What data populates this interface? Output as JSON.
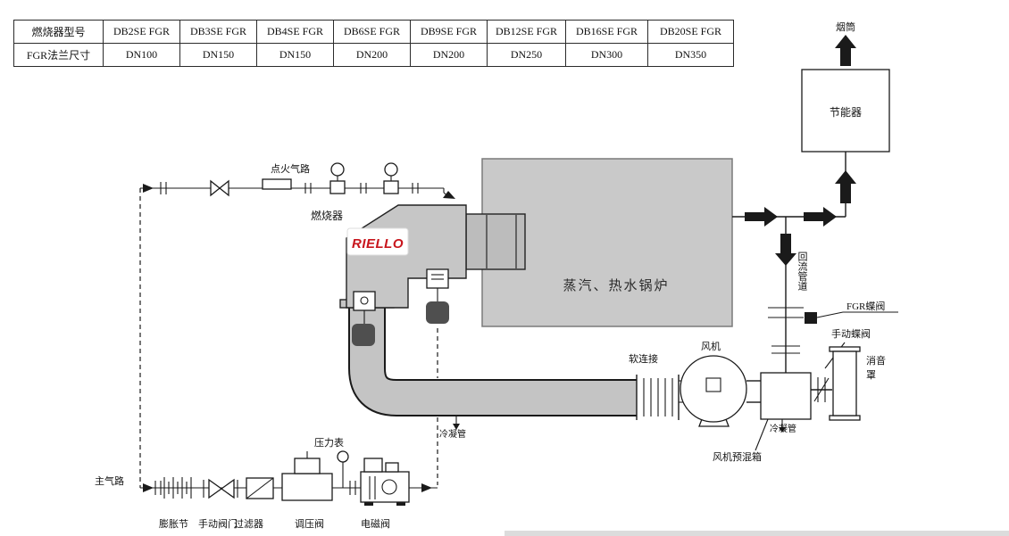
{
  "table": {
    "row1_header": "燃烧器型号",
    "row2_header": "FGR法兰尺寸",
    "models": [
      "DB2SE FGR",
      "DB3SE FGR",
      "DB4SE FGR",
      "DB6SE FGR",
      "DB9SE FGR",
      "DB12SE FGR",
      "DB16SE FGR",
      "DB20SE FGR"
    ],
    "flange_sizes": [
      "DN100",
      "DN150",
      "DN150",
      "DN200",
      "DN200",
      "DN250",
      "DN300",
      "DN350"
    ]
  },
  "diagram": {
    "labels": {
      "chimney": "烟筒",
      "economizer": "节能器",
      "boiler": "蒸汽、热水锅炉",
      "burner": "燃烧器",
      "brand": "RIELLO",
      "ignition_line": "点火气路",
      "return_pipe": "回流管道",
      "fgr_valve": "FGR蝶阀",
      "manual_butterfly_valve": "手动蝶阀",
      "silencer_1": "消音",
      "silencer_2": "罩",
      "fan": "风机",
      "flex_joint": "软连接",
      "condensate_left": "冷凝管",
      "condensate_right": "冷凝管",
      "premix_box": "风机预混箱",
      "pressure_gauge": "压力表",
      "main_gas_line": "主气路",
      "expansion_joint": "膨胀节",
      "manual_valve": "手动阀门",
      "filter": "过滤器",
      "regulator_valve": "调压阀",
      "solenoid_valve": "电磁阀"
    },
    "colors": {
      "line": "#1a1a1a",
      "boiler_fill": "#c9c9c9",
      "pipe_fill": "#c4c4c4",
      "component_dark": "#4f4f4f",
      "brand_red": "#c8161d"
    }
  }
}
